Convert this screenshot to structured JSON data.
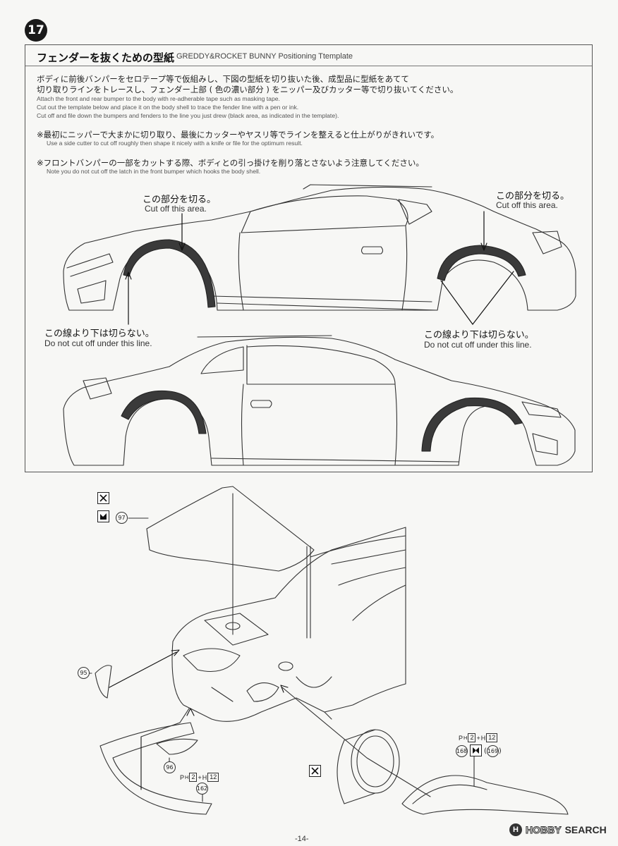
{
  "step": {
    "number": "17"
  },
  "section": {
    "title_jp": "フェンダーを抜くための型紙",
    "title_en": "GREDDY&ROCKET BUNNY Positioning Ttemplate"
  },
  "instructions": {
    "jp_line1": "ボディに前後バンパーをセロテープ等で仮組みし、下図の型紙を切り抜いた後、成型品に型紙をあてて",
    "jp_line2": "切り取りラインをトレースし、フェンダー上部 ( 色の濃い部分 ) をニッパー及びカッター等で切り抜いてください。",
    "en_line1": "Attach the front and rear bumper to the body with re-adherable tape such as masking tape.",
    "en_line2": "Cut out the template below and place it on the body shell to trace the fender line with a pen or ink.",
    "en_line3": "Cut off and file down the bumpers and fenders to the line you just drew (black area, as indicated in the template).",
    "note1_jp": "※最初にニッパーで大まかに切り取り、最後にカッターやヤスリ等でラインを整えると仕上がりがきれいです。",
    "note1_en": "Use a side cutter to cut off roughly then shape it nicely with a knife or file for the optimum result.",
    "note2_jp": "※フロントバンパーの一部をカットする際、ボディとの引っ掛けを削り落とさないよう注意してください。",
    "note2_en": "Note you do not cut off the latch in the front bumper which hooks the body shell."
  },
  "callouts": {
    "cut_jp": "この部分を切る。",
    "cut_en": "Cut off this area.",
    "nocut_jp": "この線より下は切らない。",
    "nocut_en": "Do not cut off under this line."
  },
  "parts": {
    "p97": "97",
    "p95": "95",
    "p96": "96",
    "p162": "162",
    "p168": "168",
    "p169": "169",
    "glue_p": "P",
    "glue_h_sub": "H",
    "glue_count1": "2",
    "glue_plus": "+",
    "glue_h": "H",
    "glue_count2": "12"
  },
  "footer": {
    "page": "-14-",
    "watermark_a": "HOBBY",
    "watermark_b": "SEARCH"
  },
  "colors": {
    "ink": "#222222",
    "paper": "#f7f7f5",
    "fender_fill": "#3a3a3a"
  }
}
